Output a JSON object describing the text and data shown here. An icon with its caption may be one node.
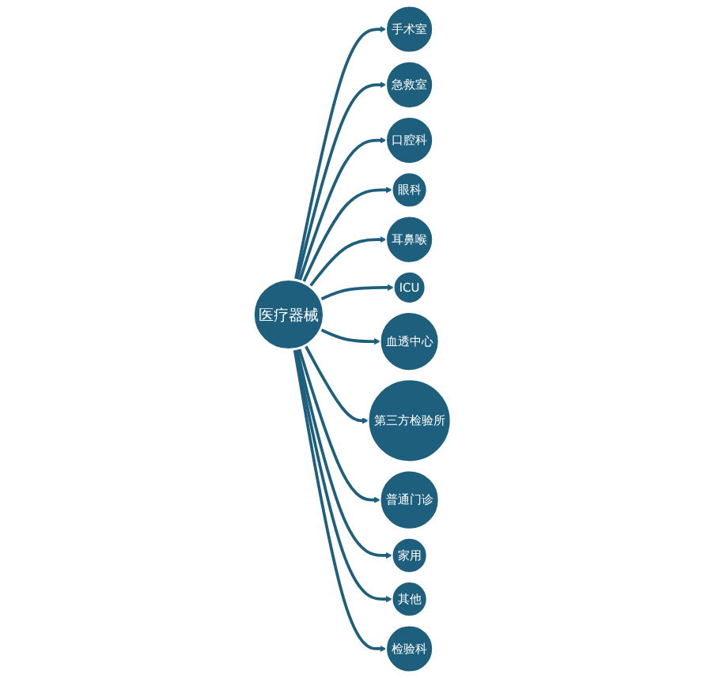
{
  "diagram": {
    "nodes": [
      {
        "text": [
          "医疗器械"
        ]
      },
      {
        "text": [
          "手术室"
        ]
      },
      {
        "text": [
          "急救室"
        ]
      },
      {
        "text": [
          "口腔科"
        ]
      },
      {
        "text": [
          "眼科"
        ]
      },
      {
        "text": [
          "耳鼻喉"
        ]
      },
      {
        "text": [
          "ICU"
        ]
      },
      {
        "text": [
          "血透中心"
        ]
      },
      {
        "text": [
          "第三方检验所"
        ]
      },
      {
        "text": [
          "普通门诊"
        ]
      },
      {
        "text": [
          "家用"
        ]
      },
      {
        "text": [
          "其他"
        ]
      },
      {
        "text": [
          "检验科"
        ]
      }
    ],
    "edges": [
      {
        "from": 0,
        "to": 1,
        "arrow": "to"
      },
      {
        "from": 0,
        "to": 2,
        "arrow": "to"
      },
      {
        "from": 0,
        "to": 3,
        "arrow": "to"
      },
      {
        "from": 0,
        "to": 4,
        "arrow": "to"
      },
      {
        "from": 0,
        "to": 5,
        "arrow": "to"
      },
      {
        "from": 0,
        "to": 6,
        "arrow": "to"
      },
      {
        "from": 0,
        "to": 7,
        "arrow": "to"
      },
      {
        "from": 0,
        "to": 8,
        "arrow": "to"
      },
      {
        "from": 0,
        "to": 9,
        "arrow": "to"
      },
      {
        "from": 0,
        "to": 10,
        "arrow": "to"
      },
      {
        "from": 0,
        "to": 11,
        "arrow": "to"
      },
      {
        "from": 0,
        "to": 12,
        "arrow": "to"
      }
    ]
  }
}
